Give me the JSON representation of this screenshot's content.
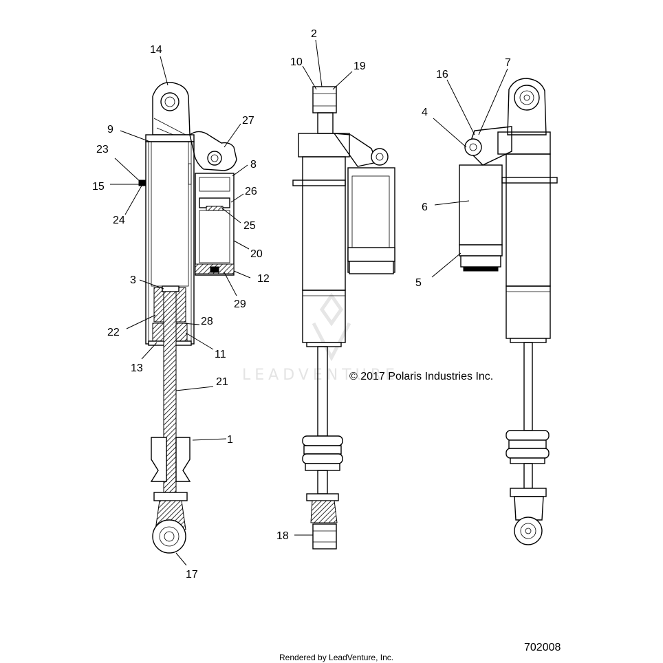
{
  "callouts": [
    "1",
    "2",
    "3",
    "4",
    "5",
    "6",
    "7",
    "8",
    "9",
    "10",
    "11",
    "12",
    "13",
    "14",
    "15",
    "16",
    "17",
    "18",
    "19",
    "20",
    "21",
    "22",
    "23",
    "24",
    "25",
    "26",
    "27",
    "28",
    "29"
  ],
  "copyright": "© 2017 Polaris Industries Inc.",
  "watermark": "LEADVENTURE",
  "diagram_id": "702008",
  "rendered_by": "Rendered by LeadVenture, Inc."
}
